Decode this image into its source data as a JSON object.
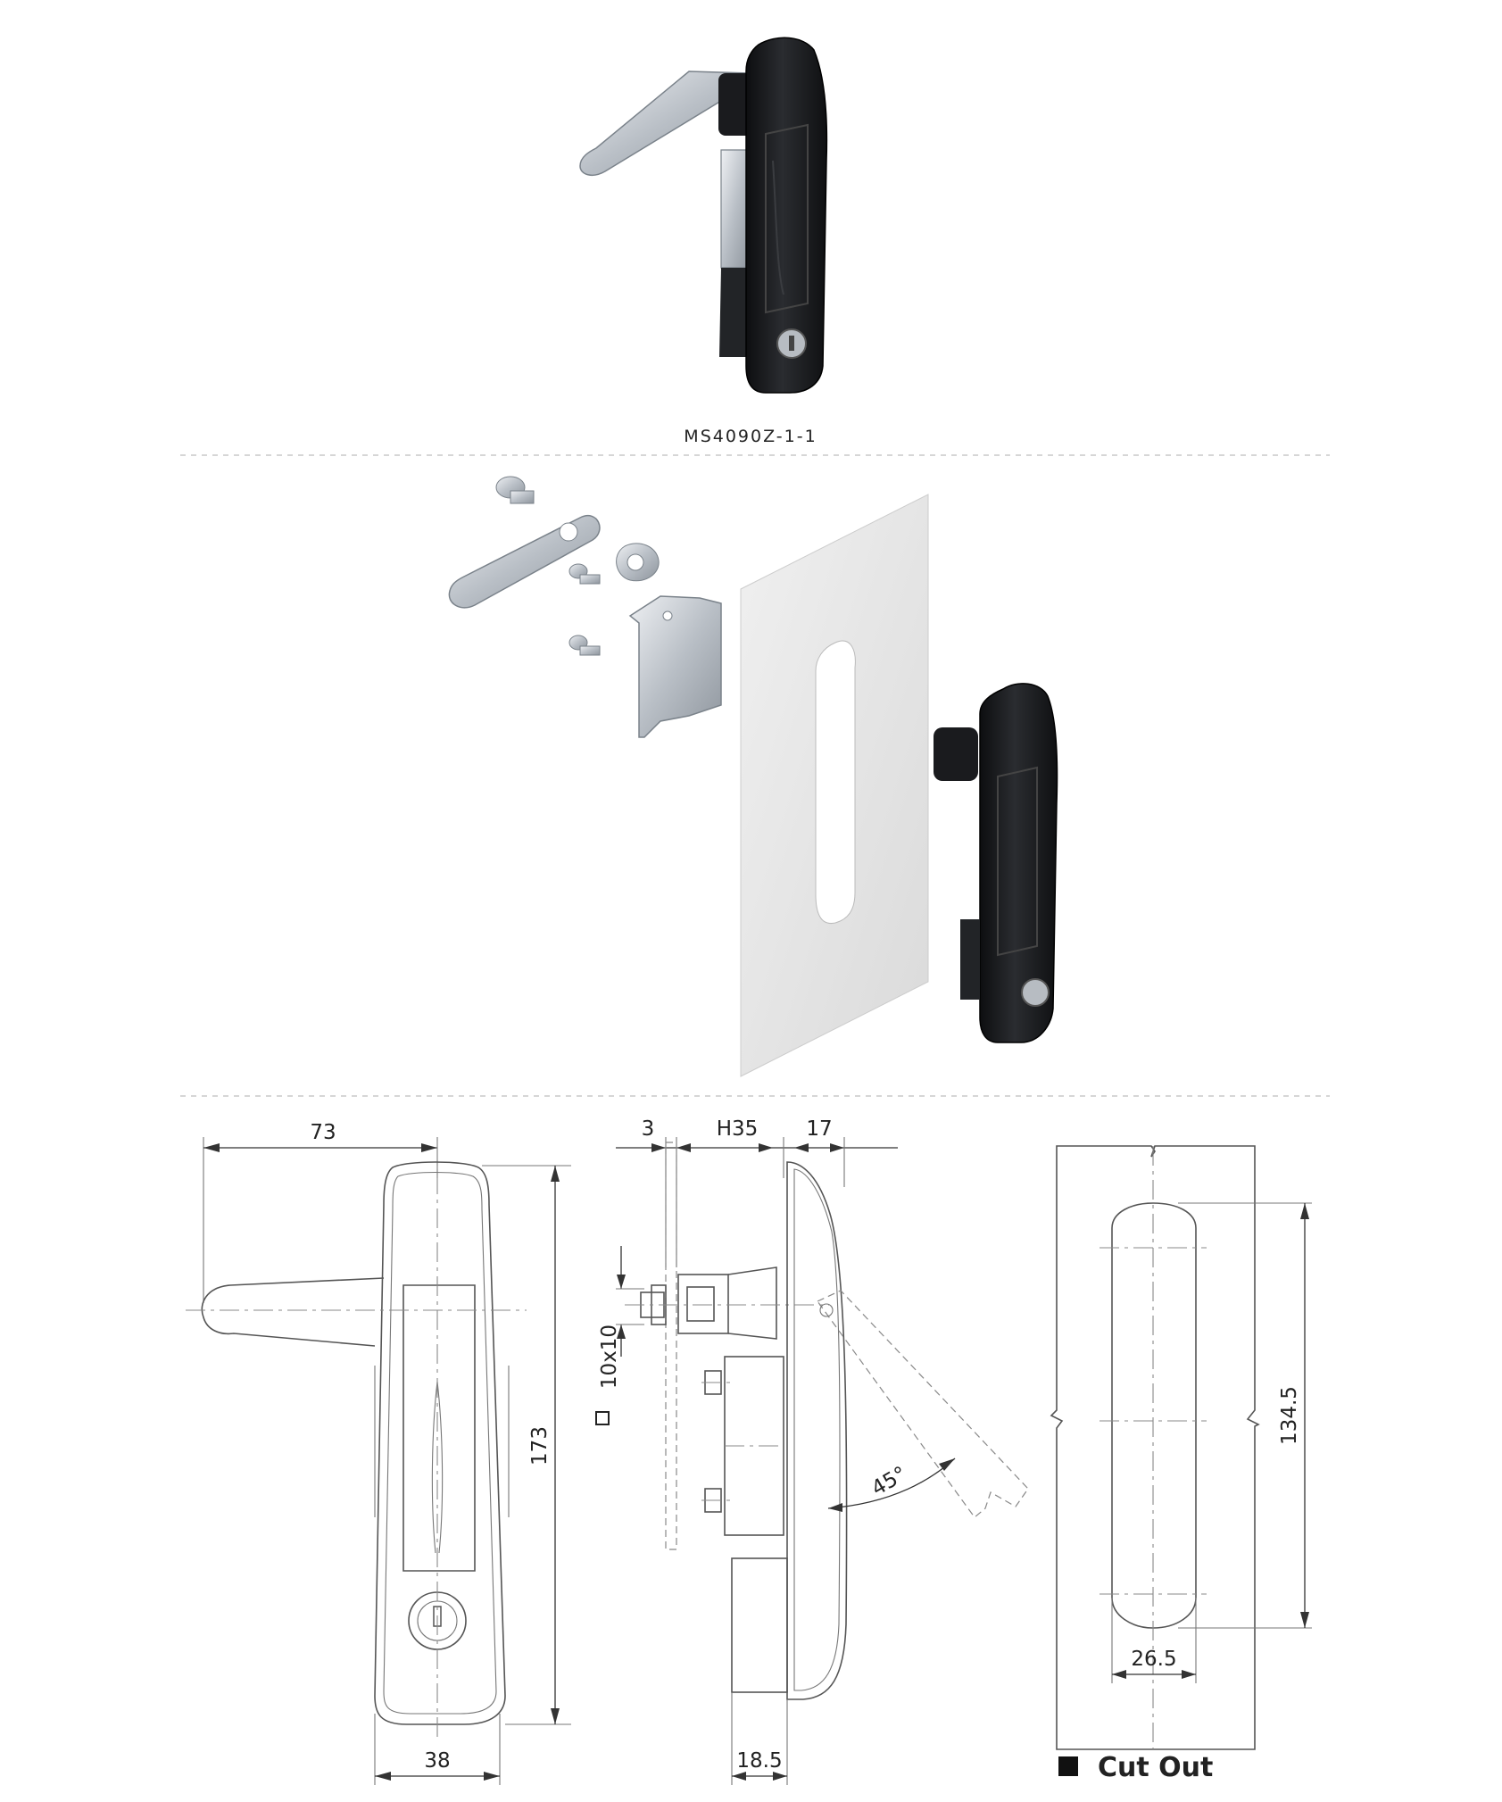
{
  "product": {
    "model_caption": "MS4090Z-1-1"
  },
  "drawing": {
    "front_view": {
      "width_label": "73",
      "height_label": "173",
      "bottom_width_label": "38"
    },
    "side_view": {
      "top_labels": [
        "3",
        "H35",
        "17"
      ],
      "square_label": "10x10",
      "angle_label": "45°",
      "bottom_label": "18.5"
    },
    "cutout_view": {
      "height_label": "134.5",
      "width_label": "26.5"
    },
    "legend": {
      "label": "Cut Out"
    }
  },
  "colors": {
    "handle_body": "#1c1d20",
    "metal": "#c4c9cf",
    "panel": "#e6e6e6",
    "line": "#555555"
  }
}
